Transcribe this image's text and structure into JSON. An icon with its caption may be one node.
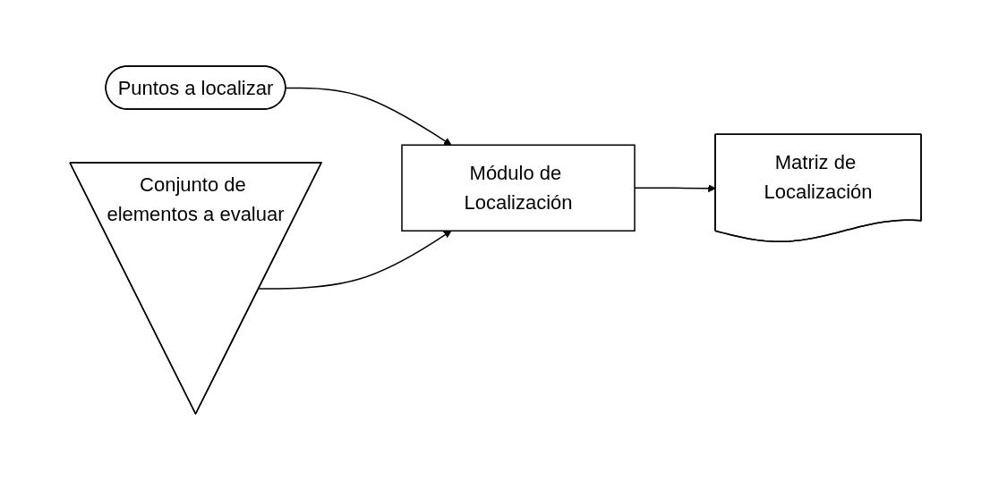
{
  "diagram": {
    "nodes": [
      {
        "text": [
          "Puntos a localizar"
        ]
      },
      {
        "text": [
          "Conjunto de elementos a evaluar"
        ]
      },
      {
        "text": [
          "Módulo de Localización"
        ]
      },
      {
        "text": [
          "Matriz de Localización"
        ]
      }
    ],
    "edges": [
      {
        "from": 0,
        "to": 2,
        "arrow": "to"
      },
      {
        "from": 1,
        "to": 2,
        "arrow": "to"
      },
      {
        "from": 2,
        "to": 3,
        "arrow": "to"
      }
    ]
  }
}
